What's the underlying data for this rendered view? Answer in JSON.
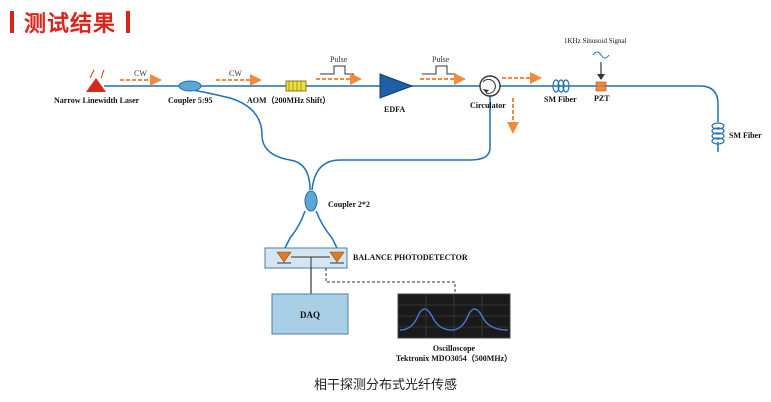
{
  "header": {
    "title": "测试结果"
  },
  "diagram": {
    "laser": "Narrow Linewidth Laser",
    "coupler_595": "Coupler 5:95",
    "aom": "AOM（200MHz Shift）",
    "edfa": "EDFA",
    "circulator": "Circulator",
    "sm_fiber_1": "SM Fiber",
    "pzt": "PZT",
    "sm_fiber_2": "SM Fiber",
    "sinusoid": "1KHz Sinusoid Signal",
    "cw_1": "CW",
    "cw_2": "CW",
    "pulse_1": "Pulse",
    "pulse_2": "Pulse",
    "coupler_22": "Coupler 2*2",
    "balance_pd": "BALANCE PHOTODETECTOR",
    "daq": "DAQ",
    "oscilloscope": "Oscilloscope",
    "oscilloscope_model": "Tektronix MDO3054（500MHz）",
    "colors": {
      "fiber": "#1f6fb5",
      "arrow": "#f08a3c",
      "component": "#5aa7d6",
      "title": "#d9241c"
    }
  },
  "caption": "相干探测分布式光纤传感"
}
